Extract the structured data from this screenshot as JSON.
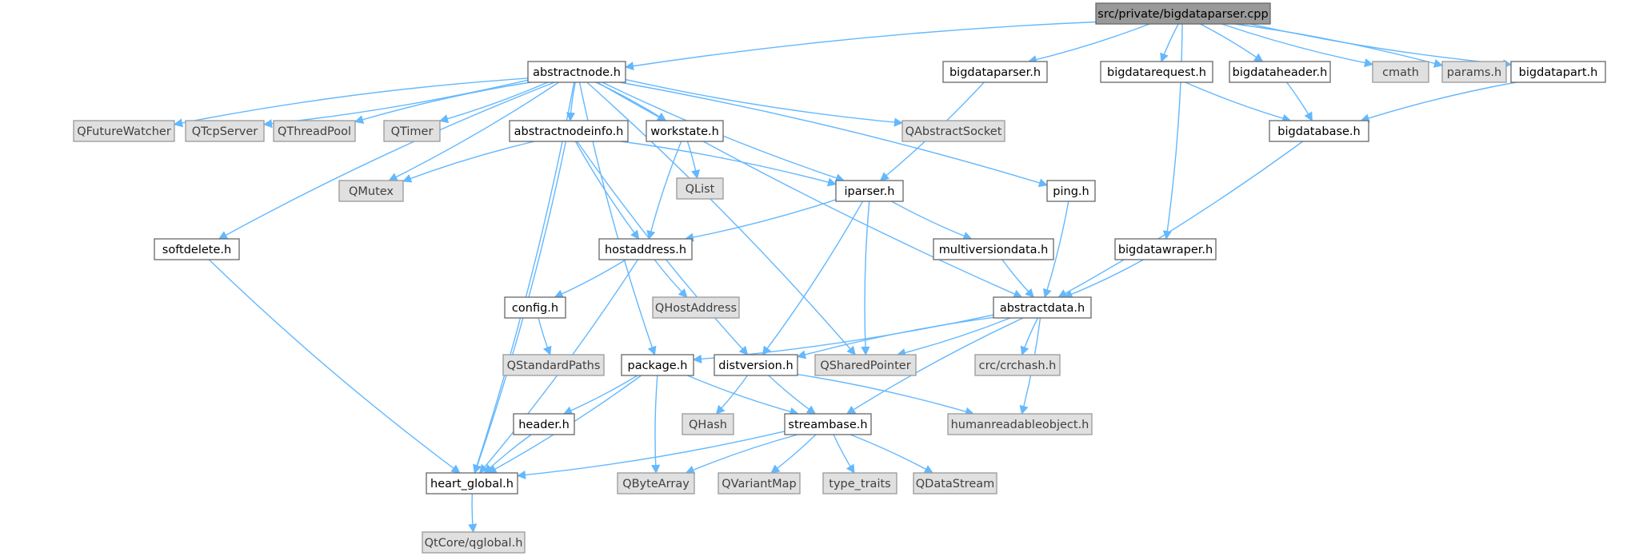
{
  "diagram": {
    "type": "include-dependency-graph",
    "colors": {
      "edge": "#63b8ff",
      "focus_fill": "#999999",
      "external_fill": "#e0e0e0",
      "node_border": "#666666"
    },
    "nodes": [
      {
        "id": "bigdataparser_cpp",
        "label": "src/private/bigdataparser.cpp",
        "kind": "focus"
      },
      {
        "id": "abstractnode_h",
        "label": "abstractnode.h",
        "kind": "local"
      },
      {
        "id": "bigdataparser_h",
        "label": "bigdataparser.h",
        "kind": "local"
      },
      {
        "id": "bigdatarequest_h",
        "label": "bigdatarequest.h",
        "kind": "local"
      },
      {
        "id": "bigdataheader_h",
        "label": "bigdataheader.h",
        "kind": "local"
      },
      {
        "id": "cmath",
        "label": "cmath",
        "kind": "external"
      },
      {
        "id": "params_h",
        "label": "params.h",
        "kind": "external"
      },
      {
        "id": "bigdatapart_h",
        "label": "bigdatapart.h",
        "kind": "local"
      },
      {
        "id": "QFutureWatcher",
        "label": "QFutureWatcher",
        "kind": "external"
      },
      {
        "id": "QTcpServer",
        "label": "QTcpServer",
        "kind": "external"
      },
      {
        "id": "QThreadPool",
        "label": "QThreadPool",
        "kind": "external"
      },
      {
        "id": "QTimer",
        "label": "QTimer",
        "kind": "external"
      },
      {
        "id": "abstractnodeinfo_h",
        "label": "abstractnodeinfo.h",
        "kind": "local"
      },
      {
        "id": "workstate_h",
        "label": "workstate.h",
        "kind": "local"
      },
      {
        "id": "QAbstractSocket",
        "label": "QAbstractSocket",
        "kind": "external"
      },
      {
        "id": "bigdatabase_h",
        "label": "bigdatabase.h",
        "kind": "local"
      },
      {
        "id": "QMutex",
        "label": "QMutex",
        "kind": "external"
      },
      {
        "id": "QList",
        "label": "QList",
        "kind": "external"
      },
      {
        "id": "iparser_h",
        "label": "iparser.h",
        "kind": "local"
      },
      {
        "id": "ping_h",
        "label": "ping.h",
        "kind": "local"
      },
      {
        "id": "softdelete_h",
        "label": "softdelete.h",
        "kind": "local"
      },
      {
        "id": "hostaddress_h",
        "label": "hostaddress.h",
        "kind": "local"
      },
      {
        "id": "multiversiondata_h",
        "label": "multiversiondata.h",
        "kind": "local"
      },
      {
        "id": "bigdatawraper_h",
        "label": "bigdatawraper.h",
        "kind": "local"
      },
      {
        "id": "config_h",
        "label": "config.h",
        "kind": "local"
      },
      {
        "id": "QHostAddress",
        "label": "QHostAddress",
        "kind": "external"
      },
      {
        "id": "abstractdata_h",
        "label": "abstractdata.h",
        "kind": "local"
      },
      {
        "id": "QStandardPaths",
        "label": "QStandardPaths",
        "kind": "external"
      },
      {
        "id": "package_h",
        "label": "package.h",
        "kind": "local"
      },
      {
        "id": "distversion_h",
        "label": "distversion.h",
        "kind": "local"
      },
      {
        "id": "QSharedPointer",
        "label": "QSharedPointer",
        "kind": "external"
      },
      {
        "id": "crchash_h",
        "label": "crc/crchash.h",
        "kind": "external"
      },
      {
        "id": "header_h",
        "label": "header.h",
        "kind": "local"
      },
      {
        "id": "QHash",
        "label": "QHash",
        "kind": "external"
      },
      {
        "id": "streambase_h",
        "label": "streambase.h",
        "kind": "local"
      },
      {
        "id": "humanreadableobject_h",
        "label": "humanreadableobject.h",
        "kind": "external"
      },
      {
        "id": "heart_global_h",
        "label": "heart_global.h",
        "kind": "local"
      },
      {
        "id": "QByteArray",
        "label": "QByteArray",
        "kind": "external"
      },
      {
        "id": "QVariantMap",
        "label": "QVariantMap",
        "kind": "external"
      },
      {
        "id": "type_traits",
        "label": "type_traits",
        "kind": "external"
      },
      {
        "id": "QDataStream",
        "label": "QDataStream",
        "kind": "external"
      },
      {
        "id": "qglobal_h",
        "label": "QtCore/qglobal.h",
        "kind": "external"
      }
    ],
    "edges": [
      [
        "bigdataparser_cpp",
        "abstractnode_h"
      ],
      [
        "bigdataparser_cpp",
        "bigdataparser_h"
      ],
      [
        "bigdataparser_cpp",
        "bigdatarequest_h"
      ],
      [
        "bigdataparser_cpp",
        "bigdataheader_h"
      ],
      [
        "bigdataparser_cpp",
        "cmath"
      ],
      [
        "bigdataparser_cpp",
        "params_h"
      ],
      [
        "bigdataparser_cpp",
        "bigdatapart_h"
      ],
      [
        "bigdataparser_cpp",
        "bigdatawraper_h"
      ],
      [
        "abstractnode_h",
        "QFutureWatcher"
      ],
      [
        "abstractnode_h",
        "QTcpServer"
      ],
      [
        "abstractnode_h",
        "QThreadPool"
      ],
      [
        "abstractnode_h",
        "QTimer"
      ],
      [
        "abstractnode_h",
        "abstractnodeinfo_h"
      ],
      [
        "abstractnode_h",
        "workstate_h"
      ],
      [
        "abstractnode_h",
        "QAbstractSocket"
      ],
      [
        "abstractnode_h",
        "QMutex"
      ],
      [
        "abstractnode_h",
        "iparser_h"
      ],
      [
        "abstractnode_h",
        "ping_h"
      ],
      [
        "abstractnode_h",
        "softdelete_h"
      ],
      [
        "abstractnode_h",
        "heart_global_h"
      ],
      [
        "abstractnode_h",
        "package_h"
      ],
      [
        "abstractnode_h",
        "QSharedPointer"
      ],
      [
        "abstractnode_h",
        "abstractdata_h"
      ],
      [
        "bigdataparser_h",
        "iparser_h"
      ],
      [
        "bigdatarequest_h",
        "bigdatabase_h"
      ],
      [
        "bigdataheader_h",
        "bigdatabase_h"
      ],
      [
        "bigdatapart_h",
        "bigdatabase_h"
      ],
      [
        "bigdatabase_h",
        "abstractdata_h"
      ],
      [
        "abstractnodeinfo_h",
        "QMutex"
      ],
      [
        "abstractnodeinfo_h",
        "iparser_h"
      ],
      [
        "abstractnodeinfo_h",
        "hostaddress_h"
      ],
      [
        "abstractnodeinfo_h",
        "heart_global_h"
      ],
      [
        "abstractnodeinfo_h",
        "distversion_h"
      ],
      [
        "workstate_h",
        "QList"
      ],
      [
        "workstate_h",
        "hostaddress_h"
      ],
      [
        "iparser_h",
        "hostaddress_h"
      ],
      [
        "iparser_h",
        "multiversiondata_h"
      ],
      [
        "iparser_h",
        "distversion_h"
      ],
      [
        "iparser_h",
        "QSharedPointer"
      ],
      [
        "ping_h",
        "abstractdata_h"
      ],
      [
        "softdelete_h",
        "heart_global_h"
      ],
      [
        "hostaddress_h",
        "config_h"
      ],
      [
        "hostaddress_h",
        "QHostAddress"
      ],
      [
        "hostaddress_h",
        "heart_global_h"
      ],
      [
        "multiversiondata_h",
        "abstractdata_h"
      ],
      [
        "bigdatawraper_h",
        "abstractdata_h"
      ],
      [
        "config_h",
        "QStandardPaths"
      ],
      [
        "abstractdata_h",
        "package_h"
      ],
      [
        "abstractdata_h",
        "distversion_h"
      ],
      [
        "abstractdata_h",
        "QSharedPointer"
      ],
      [
        "abstractdata_h",
        "crchash_h"
      ],
      [
        "abstractdata_h",
        "humanreadableobject_h"
      ],
      [
        "abstractdata_h",
        "streambase_h"
      ],
      [
        "package_h",
        "header_h"
      ],
      [
        "package_h",
        "streambase_h"
      ],
      [
        "package_h",
        "heart_global_h"
      ],
      [
        "package_h",
        "QByteArray"
      ],
      [
        "distversion_h",
        "QHash"
      ],
      [
        "distversion_h",
        "streambase_h"
      ],
      [
        "distversion_h",
        "humanreadableobject_h"
      ],
      [
        "header_h",
        "heart_global_h"
      ],
      [
        "streambase_h",
        "heart_global_h"
      ],
      [
        "streambase_h",
        "QByteArray"
      ],
      [
        "streambase_h",
        "QVariantMap"
      ],
      [
        "streambase_h",
        "type_traits"
      ],
      [
        "streambase_h",
        "QDataStream"
      ],
      [
        "heart_global_h",
        "qglobal_h"
      ]
    ]
  }
}
